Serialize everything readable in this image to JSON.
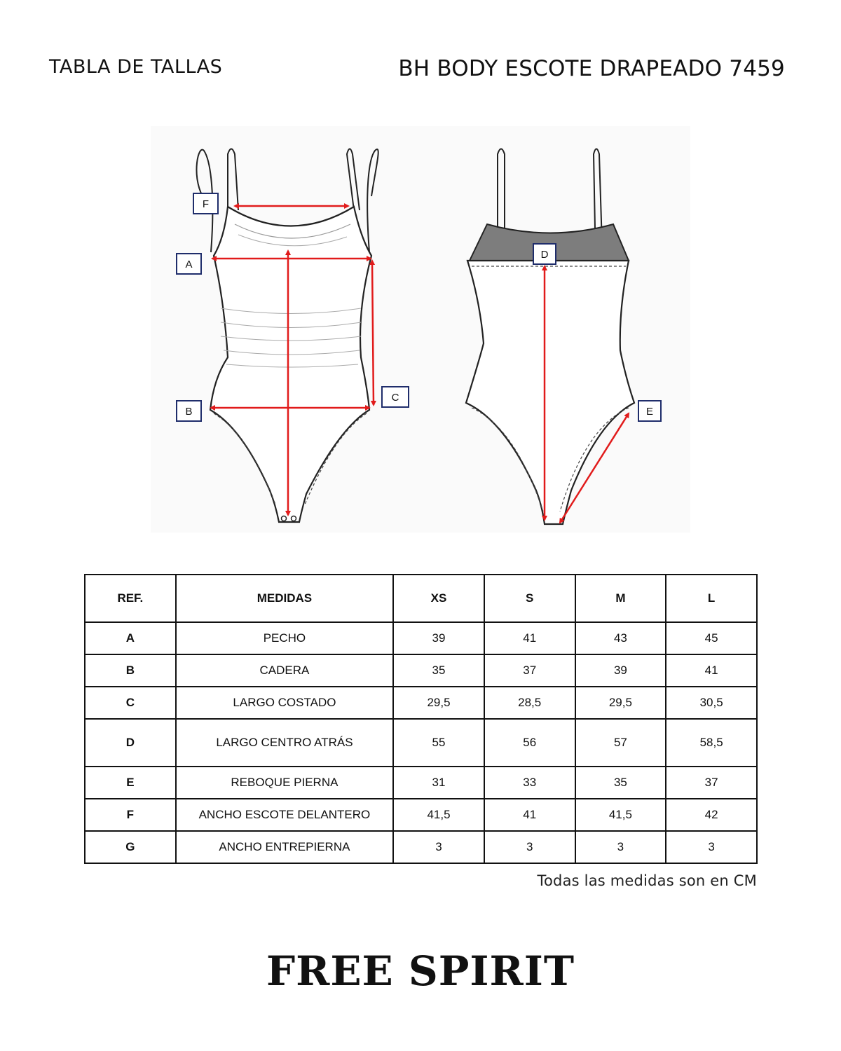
{
  "header": {
    "left_title": "TABLA DE TALLAS",
    "right_title": "BH BODY ESCOTE DRAPEADO 7459"
  },
  "diagram": {
    "labels": {
      "a": "A",
      "b": "B",
      "c": "C",
      "d": "D",
      "e": "E",
      "f": "F"
    },
    "label_box_color": "#1f2d6b",
    "arrow_color": "#e11b1b",
    "lining_color": "#7d7d7d"
  },
  "table": {
    "headers": [
      "REF.",
      "MEDIDAS",
      "XS",
      "S",
      "M",
      "L"
    ],
    "rows": [
      {
        "ref": "A",
        "medida": "PECHO",
        "xs": "39",
        "s": "41",
        "m": "43",
        "l": "45"
      },
      {
        "ref": "B",
        "medida": "CADERA",
        "xs": "35",
        "s": "37",
        "m": "39",
        "l": "41"
      },
      {
        "ref": "C",
        "medida": "LARGO COSTADO",
        "xs": "29,5",
        "s": "28,5",
        "m": "29,5",
        "l": "30,5"
      },
      {
        "ref": "D",
        "medida": "LARGO CENTRO ATRÁS",
        "xs": "55",
        "s": "56",
        "m": "57",
        "l": "58,5"
      },
      {
        "ref": "E",
        "medida": "REBOQUE PIERNA",
        "xs": "31",
        "s": "33",
        "m": "35",
        "l": "37"
      },
      {
        "ref": "F",
        "medida": "ANCHO ESCOTE DELANTERO",
        "xs": "41,5",
        "s": "41",
        "m": "41,5",
        "l": "42"
      },
      {
        "ref": "G",
        "medida": "ANCHO ENTREPIERNA",
        "xs": "3",
        "s": "3",
        "m": "3",
        "l": "3"
      }
    ]
  },
  "footer": {
    "note": "Todas las medidas son en CM",
    "brand": "FREE SPIRIT"
  }
}
